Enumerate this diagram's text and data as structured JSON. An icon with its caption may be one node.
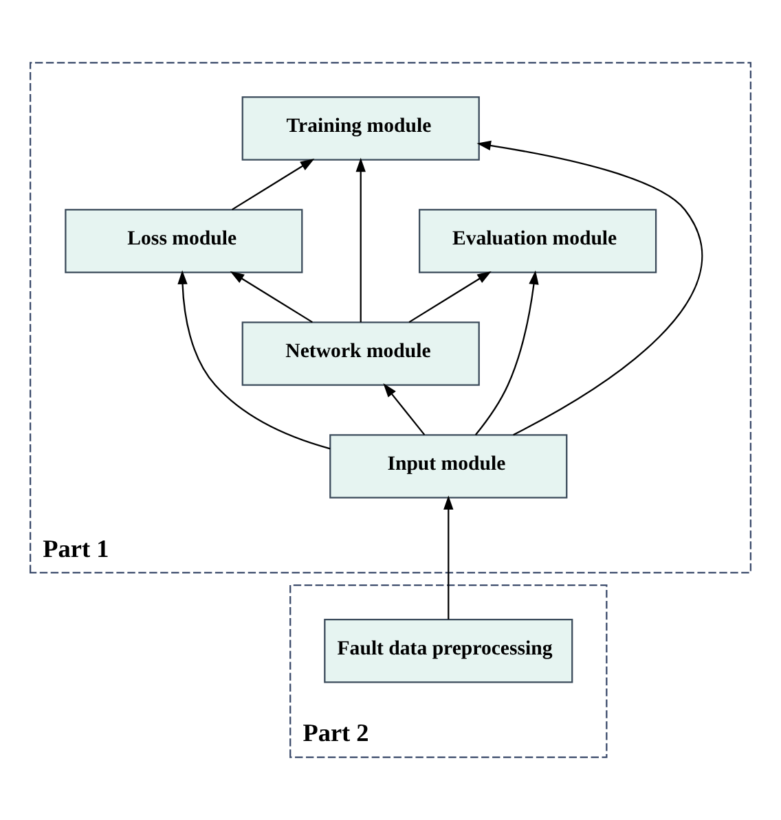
{
  "diagram": {
    "nodes": [
      {
        "text": [
          "Part 1"
        ]
      },
      {
        "text": [
          "Training module"
        ],
        "in": 0
      },
      {
        "text": [
          "Loss module"
        ],
        "in": 0
      },
      {
        "text": [
          "Evaluation module"
        ],
        "in": 0
      },
      {
        "text": [
          "Network module"
        ],
        "in": 0
      },
      {
        "text": [
          "Input module"
        ],
        "in": 0
      },
      {
        "text": [
          "Part 2"
        ]
      },
      {
        "text": [
          "Fault data preprocessing"
        ],
        "in": 6
      }
    ],
    "edges": [
      {
        "from": 2,
        "to": 1,
        "arrow": "to"
      },
      {
        "from": 4,
        "to": 2,
        "arrow": "to"
      },
      {
        "from": 5,
        "to": 2,
        "arrow": "to"
      },
      {
        "from": 4,
        "to": 3,
        "arrow": "to"
      },
      {
        "from": 5,
        "to": 4,
        "arrow": "to"
      },
      {
        "from": 5,
        "to": 3,
        "arrow": "to"
      },
      {
        "from": 4,
        "to": 1,
        "arrow": "to"
      },
      {
        "from": 5,
        "to": 1,
        "arrow": "to"
      },
      {
        "from": 7,
        "to": 5,
        "arrow": "to"
      }
    ]
  }
}
